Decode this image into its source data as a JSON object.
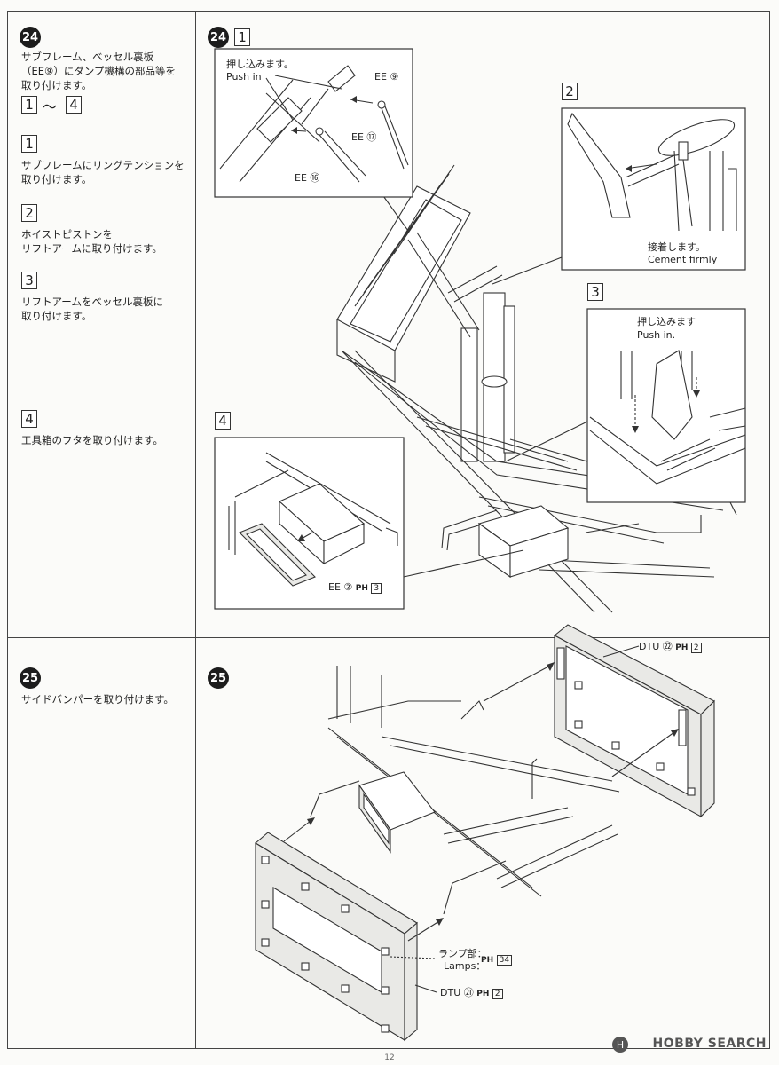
{
  "step24": {
    "number": "24",
    "intro": "サブフレーム、ベッセル裏板\n（EE⑨）にダンプ機構の部品等を\n取り付けます。",
    "range_from": "1",
    "range_tilde": "〜",
    "range_to": "4",
    "substeps": [
      {
        "num": "1",
        "text": "サブフレームにリングテンションを\n取り付けます。"
      },
      {
        "num": "2",
        "text": "ホイストピストンを\nリフトアームに取り付けます。"
      },
      {
        "num": "3",
        "text": "リフトアームをベッセル裏板に\n取り付けます。"
      },
      {
        "num": "4",
        "text": "工具箱のフタを取り付けます。"
      }
    ],
    "diagram_header_num": "24",
    "diagram_header_sub": "1",
    "callouts": {
      "inset1_push_jp": "押し込みます。",
      "inset1_push_en": "Push in",
      "ee9": "EE ⑨",
      "ee17": "EE ⑰",
      "ee16": "EE ⑯",
      "inset2_num": "2",
      "inset2_cement_jp": "接着します。",
      "inset2_cement_en": "Cement firmly",
      "inset3_num": "3",
      "inset3_push_jp": "押し込みます",
      "inset3_push_en": "Push in.",
      "inset4_num": "4",
      "ee2": "EE ② ",
      "ee2_ph": "PH",
      "ee2_ph_num": "3"
    }
  },
  "step25": {
    "number": "25",
    "text": "サイドバンパーを取り付けます。",
    "diagram_header_num": "25",
    "callouts": {
      "dtu22": "DTU ㉒ ",
      "dtu22_ph": "PH",
      "dtu22_ph_num": "2",
      "lamps_jp": "ランプ部：",
      "lamps_en": "Lamps：",
      "lamps_ph": "PH",
      "lamps_ph_num": "34",
      "dtu21": "DTU ㉑ ",
      "dtu21_ph": "PH",
      "dtu21_ph_num": "2"
    }
  },
  "page_number": "12",
  "watermark": "HOBBY SEARCH",
  "watermark_icon": "H"
}
